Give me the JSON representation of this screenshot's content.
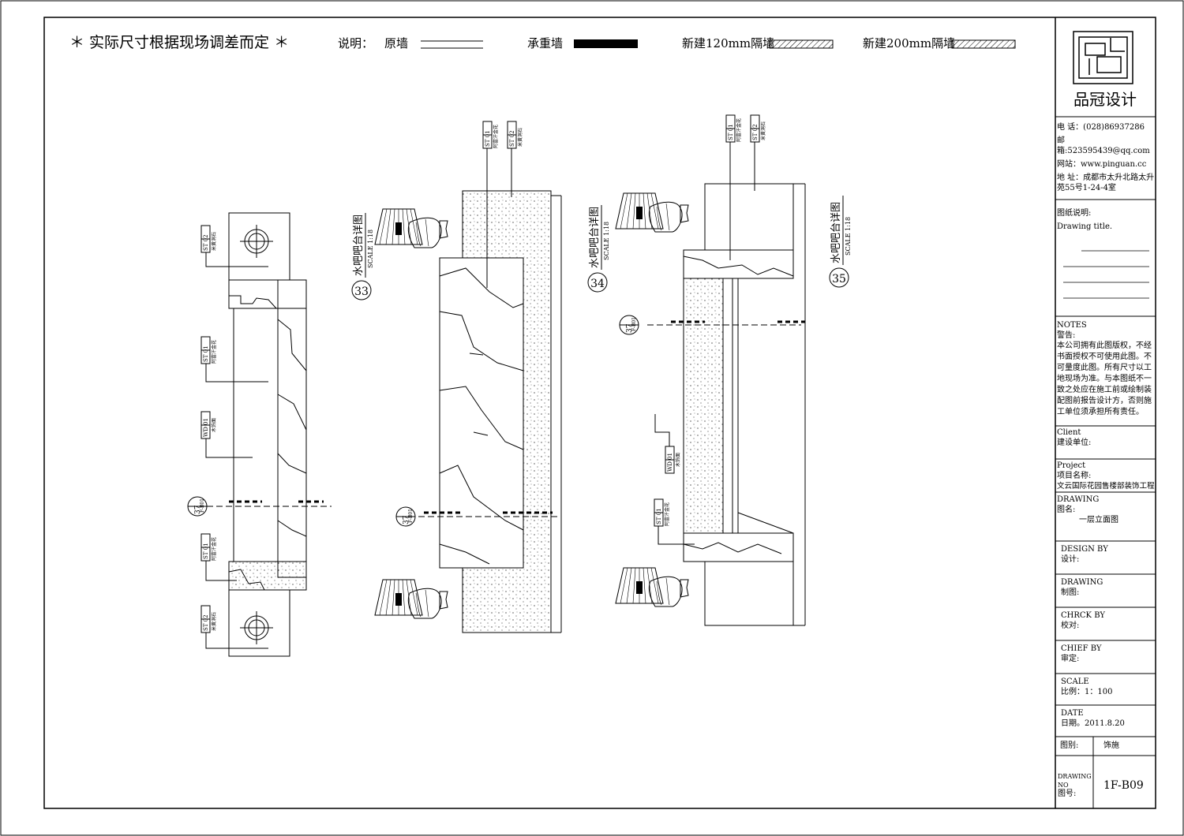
{
  "header": {
    "note": "＊ 实际尺寸根据现场调差而定 ＊",
    "legend_title": "说明：",
    "legend_items": [
      {
        "label": "原墙"
      },
      {
        "label": "承重墙"
      },
      {
        "label": "新建120mm隔墙"
      },
      {
        "label": "新建200mm隔墙"
      }
    ]
  },
  "drawings": [
    {
      "number": "33",
      "title": "水吧吧台详图",
      "scale": "SCALE 1:18"
    },
    {
      "number": "34",
      "title": "水吧吧台详图",
      "scale": "SCALE 1:18"
    },
    {
      "number": "35",
      "title": "水吧吧台详图",
      "scale": "SCALE 1:18"
    }
  ],
  "section_marks": [
    {
      "number": "37",
      "ref": "F-B01"
    },
    {
      "number": "37",
      "ref": "F-B01"
    },
    {
      "number": "37",
      "ref": "F-B01"
    }
  ],
  "material_tags": {
    "st01": {
      "code": "ST 01",
      "desc": "阿富汗金花"
    },
    "st02": {
      "code": "ST 02",
      "desc": "米黄洞石"
    },
    "wd01": {
      "code": "WD 01",
      "desc": "木饰面"
    }
  },
  "title_block": {
    "company": "品冠设计",
    "phone": "电 话：(028)86937286",
    "email": "邮 箱:523595439@qq.com",
    "website": "网站：www.pinguan.cc",
    "address": "地 址：成都市太升北路太升苑55号1-24-4室",
    "drawing_desc_label": "图纸说明:",
    "drawing_desc_en": "Drawing title.",
    "notes_label": "NOTES",
    "warning_label": "警告:",
    "warning_text": "本公司拥有此图版权，不经书面授权不可使用此图。不可量度此图。所有尺寸以工地现场为准。与本图纸不一致之处应在施工前或绘制装配图前报告设计方，否则施工单位须承担所有责任。",
    "client_en": "Client",
    "client_cn": "建设单位:",
    "project_en": "Project",
    "project_cn": "项目名称:",
    "project_name": "文云国际花园售楼部装饰工程",
    "drawing_en": "DRAWING",
    "drawing_cn": "图名:",
    "drawing_name": "一层立面图",
    "design_en": "DESIGN BY",
    "design_cn": "设计:",
    "draw_en": "DRAWING",
    "draw_cn": "制图:",
    "check_en": "CHRCK BY",
    "check_cn": "校对:",
    "chief_en": "CHIEF BY",
    "chief_cn": "审定:",
    "scale_en": "SCALE",
    "scale_cn": "比例：1：100",
    "date_en": "DATE",
    "date_cn": "日期。2011.8.20",
    "type_label": "图别:",
    "type_value": "饰施",
    "no_en": "DRAWING NO",
    "no_cn": "图号:",
    "no_value": "1F-B09"
  }
}
